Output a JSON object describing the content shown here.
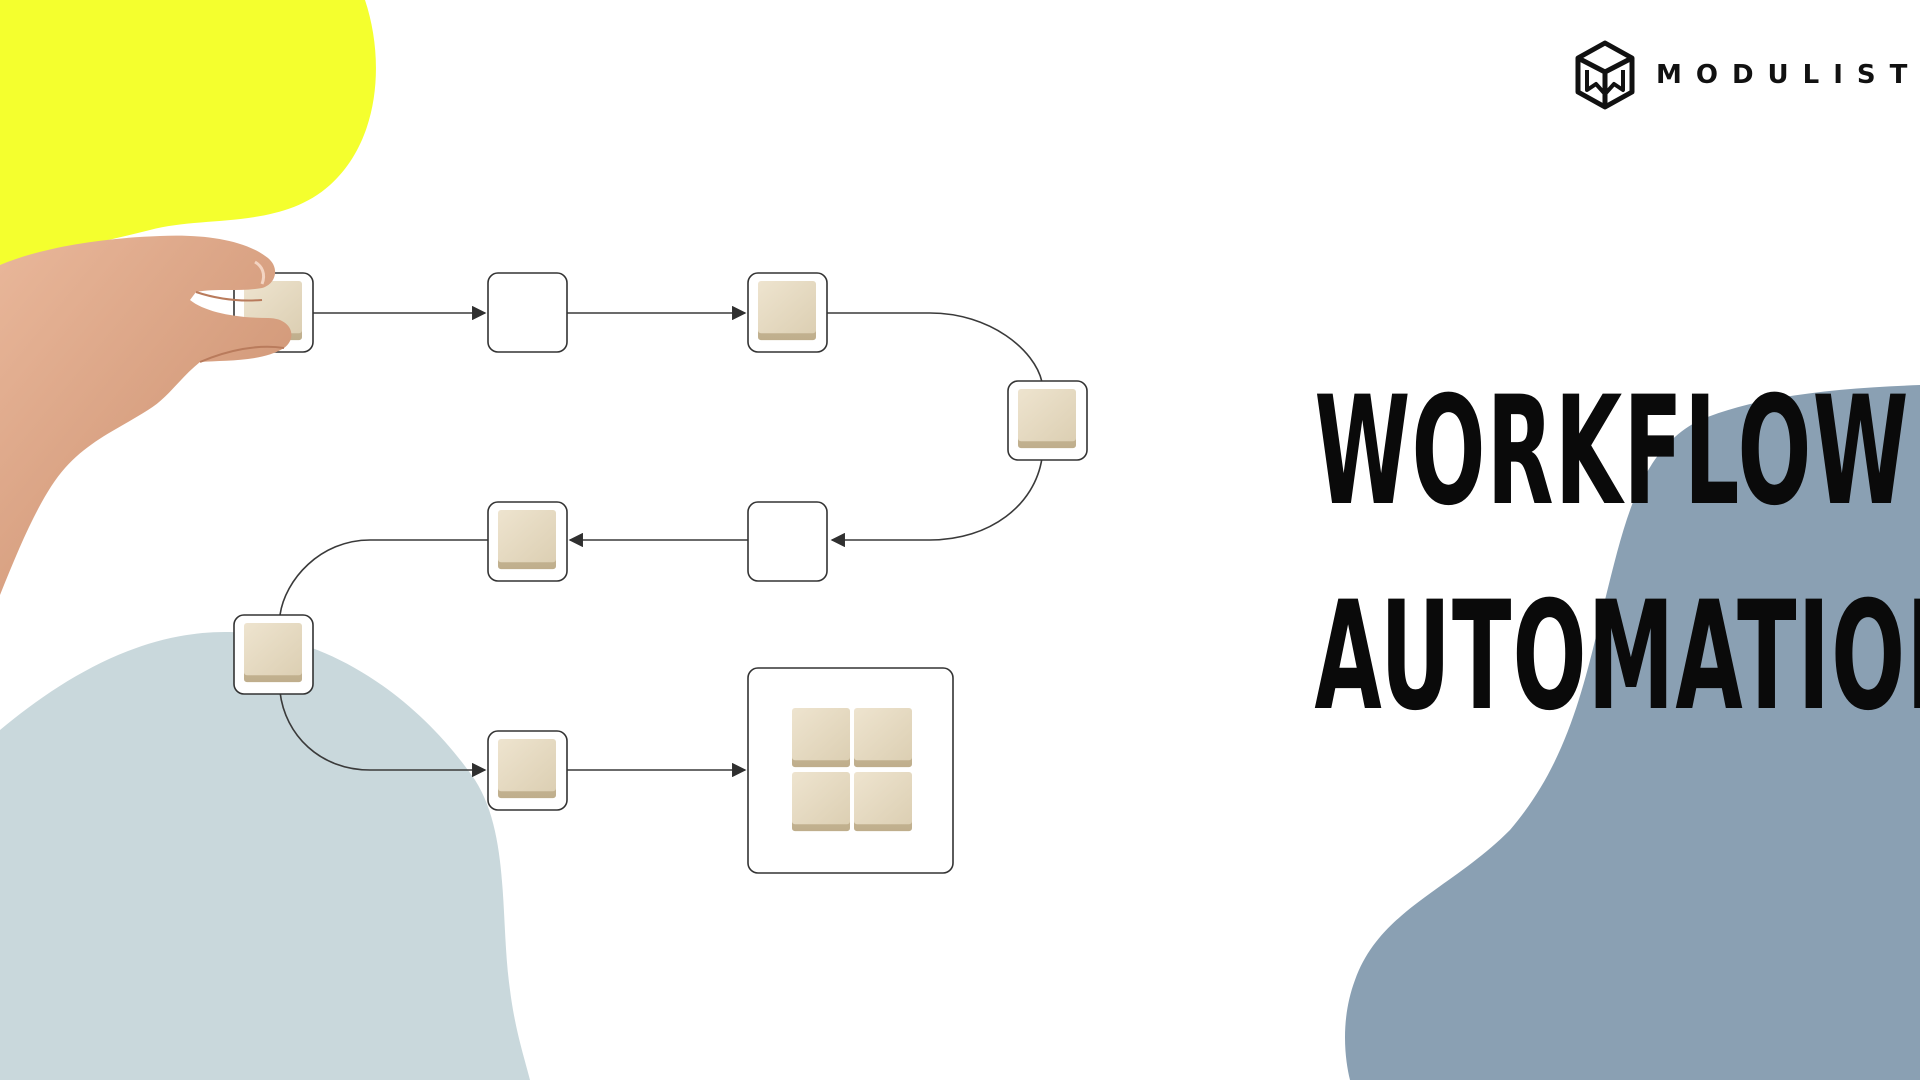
{
  "brand": {
    "name": "MODULIST",
    "logo_icon": "hexagon-cube-logo-icon"
  },
  "headline": {
    "line1": "WORKFLOW",
    "line2": "AUTOMATION"
  },
  "colors": {
    "background": "#ffffff",
    "accent_yellow": "#f4ff2e",
    "blob_light_blue": "#c9d8dc",
    "blob_steel_blue": "#8aa0b3",
    "block_wood": "#e6dbc4",
    "line": "#3a3a3a",
    "text": "#0a0a0a"
  },
  "diagram": {
    "steps": [
      {
        "id": "step-1",
        "filled": true
      },
      {
        "id": "step-2",
        "filled": false
      },
      {
        "id": "step-3",
        "filled": true
      },
      {
        "id": "step-4",
        "filled": true
      },
      {
        "id": "step-5",
        "filled": false
      },
      {
        "id": "step-6",
        "filled": true
      },
      {
        "id": "step-7",
        "filled": true
      },
      {
        "id": "step-8",
        "filled": true
      },
      {
        "id": "step-final",
        "filled": true,
        "block_count": 4
      }
    ]
  }
}
